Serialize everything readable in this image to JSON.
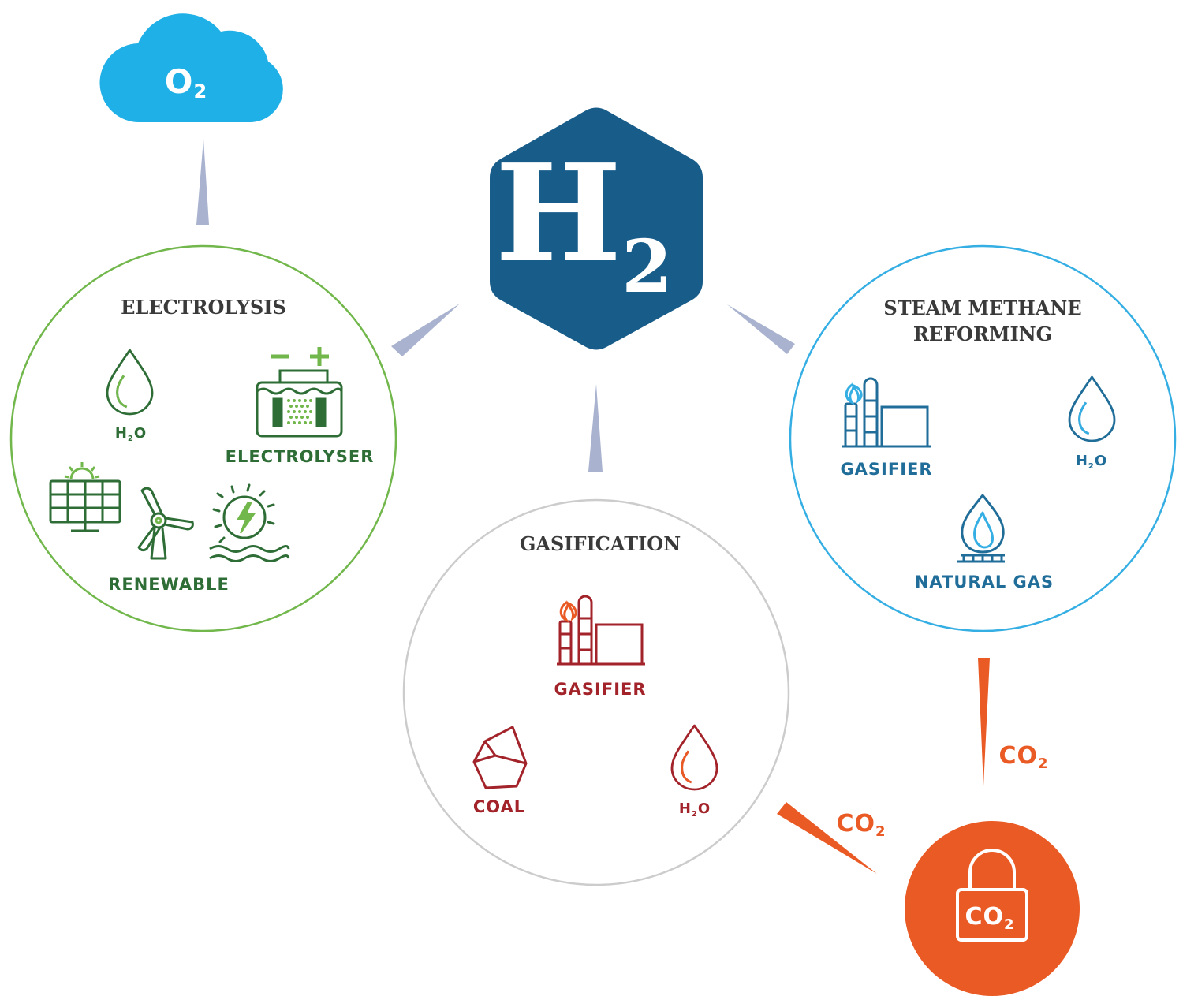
{
  "colors": {
    "hydrogen": "#185c8a",
    "oxygen_cloud": "#1eb0e6",
    "connector": "#a9b3cf",
    "electrolysis": "#71b74b",
    "electrolysis_dark": "#2e6d36",
    "gasification": "#cccccc",
    "gasification_icon": "#a3232a",
    "smr": "#34aee3",
    "smr_icon": "#1f6d98",
    "co2": "#ea5a25"
  },
  "hydrogen": {
    "symbol": "H",
    "subscript": "2"
  },
  "oxygen": {
    "symbol": "O",
    "subscript": "2"
  },
  "electrolysis": {
    "title": "ELECTROLYSIS",
    "water_label": {
      "main": "H",
      "sub": "2",
      "tail": "O"
    },
    "electrolyser_label": "ELECTROLYSER",
    "renewable_label": "RENEWABLE",
    "icons": [
      "water-drop-icon",
      "electrolyser-icon",
      "solar-panel-icon",
      "wind-turbine-icon",
      "hydro-turbine-icon"
    ]
  },
  "gasification": {
    "title": "GASIFICATION",
    "gasifier_label": "GASIFIER",
    "coal_label": "COAL",
    "water_label": {
      "main": "H",
      "sub": "2",
      "tail": "O"
    },
    "icons": [
      "gasifier-icon",
      "coal-icon",
      "water-drop-icon"
    ]
  },
  "smr": {
    "title_line1": "STEAM METHANE",
    "title_line2": "REFORMING",
    "gasifier_label": "GASIFIER",
    "water_label": {
      "main": "H",
      "sub": "2",
      "tail": "O"
    },
    "natural_gas_label": "NATURAL GAS",
    "icons": [
      "gasifier-icon",
      "water-drop-icon",
      "gas-flame-icon"
    ]
  },
  "co2_flows": [
    {
      "main": "CO",
      "sub": "2"
    },
    {
      "main": "CO",
      "sub": "2"
    }
  ],
  "co2_storage": {
    "main": "CO",
    "sub": "2",
    "icon": "padlock-icon"
  }
}
